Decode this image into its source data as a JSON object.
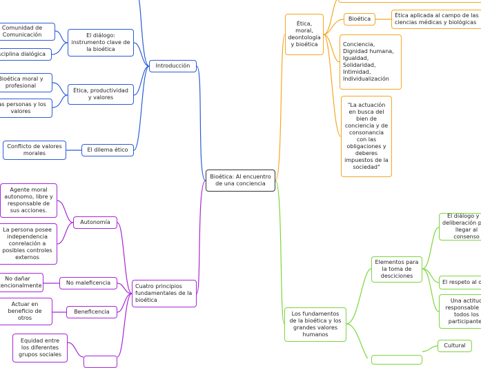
{
  "root": "Bioética: Al encuentro de una conciencia",
  "left": {
    "introduccion": {
      "label": "Introducción",
      "dialogo": {
        "label": "El diálogo: instrumento clave de la bioética",
        "children": [
          "Comunidad de Comunicación",
          "Disciplina dialógica"
        ]
      },
      "etica_productividad": {
        "label": "Ética, productividad y valores",
        "children": [
          "Bioética moral y profesional",
          "Las personas y los valores"
        ]
      },
      "dilema": {
        "label": "El dilema ético",
        "children": [
          "Conflicto de valores morales"
        ]
      }
    },
    "principios": {
      "label": "Cuatro principios fundamentales de la bioética",
      "autonomia": {
        "label": "Autonomía",
        "children": [
          "Agente moral autonomo, libre y responsable de sus acciones.",
          "La persona posee independencia conrelación a posibles controles externos"
        ]
      },
      "no_maleficencia": {
        "label": "No maleficencia",
        "children": [
          "No dañar intencionalmente"
        ]
      },
      "beneficencia": {
        "label": "Beneficencia",
        "children": [
          "Actuar en beneficio de otros"
        ]
      },
      "justicia": {
        "children": [
          "Equidad entre los diferentes grupos sociales"
        ]
      }
    }
  },
  "right": {
    "etica_moral": {
      "label": "Ética, moral, deontología y bioética",
      "bioetica": {
        "label": "Bioética",
        "definition": "Ética aplicada al campo de las ciencias médicas y biológicas"
      },
      "valores": "Conciencia,\nDignidad humana,\nIgualdad,\nSolidaridad,\nIntimidad,\nIndividualización",
      "quote": "\"La actuación en busca del bien de conciencia y de consonancia con las obligaciones y deberes impuestos de la sociedad\""
    },
    "fundamentos": {
      "label": "Los fundamentos de la bioética y los grandes valores humanos",
      "elementos": {
        "label": "Elementos para la toma de desciciones",
        "children": [
          "El diálogo y la deliberación para llegar al consenso",
          "El respeto al otro",
          "Una actitud responsable de todos los participantes"
        ]
      },
      "cultural": "Cultural"
    }
  },
  "colors": {
    "blue": "#2a5bd6",
    "orange": "#f5a623",
    "green": "#7bd53b",
    "purple": "#a526d8",
    "root": "#333333"
  }
}
